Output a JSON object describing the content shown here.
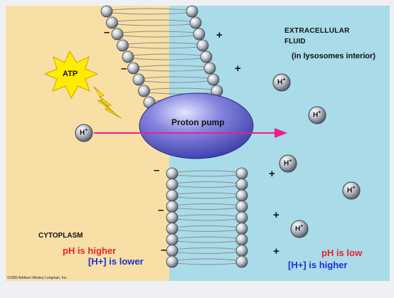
{
  "labels": {
    "extracellular_line1": "EXTRACELLULAR",
    "extracellular_line2": "FLUID",
    "lysosome_note": "(in lysosomes interior)",
    "cytoplasm": "CYTOPLASM",
    "cyto_ph": "pH is higher",
    "cyto_h": "[H+] is lower",
    "extra_ph": "pH is low",
    "extra_h": "[H+] is higher",
    "pump": "Proton pump",
    "atp": "ATP",
    "copyright": "©1999 Addison Wesley Longman, Inc."
  },
  "ion": {
    "symbol": "H",
    "charge": "+"
  },
  "charges": {
    "negative": "–",
    "positive": "+"
  },
  "colors": {
    "cytoplasm": "#f7dfa6",
    "extracellular": "#a9dbe9",
    "frame": "#eef0f3",
    "pump": "#6d6dd0",
    "arrow": "#ee1f8c",
    "atp_star": "#ffec00",
    "red_text": "#e8212a",
    "blue_text": "#1d2fd6"
  }
}
